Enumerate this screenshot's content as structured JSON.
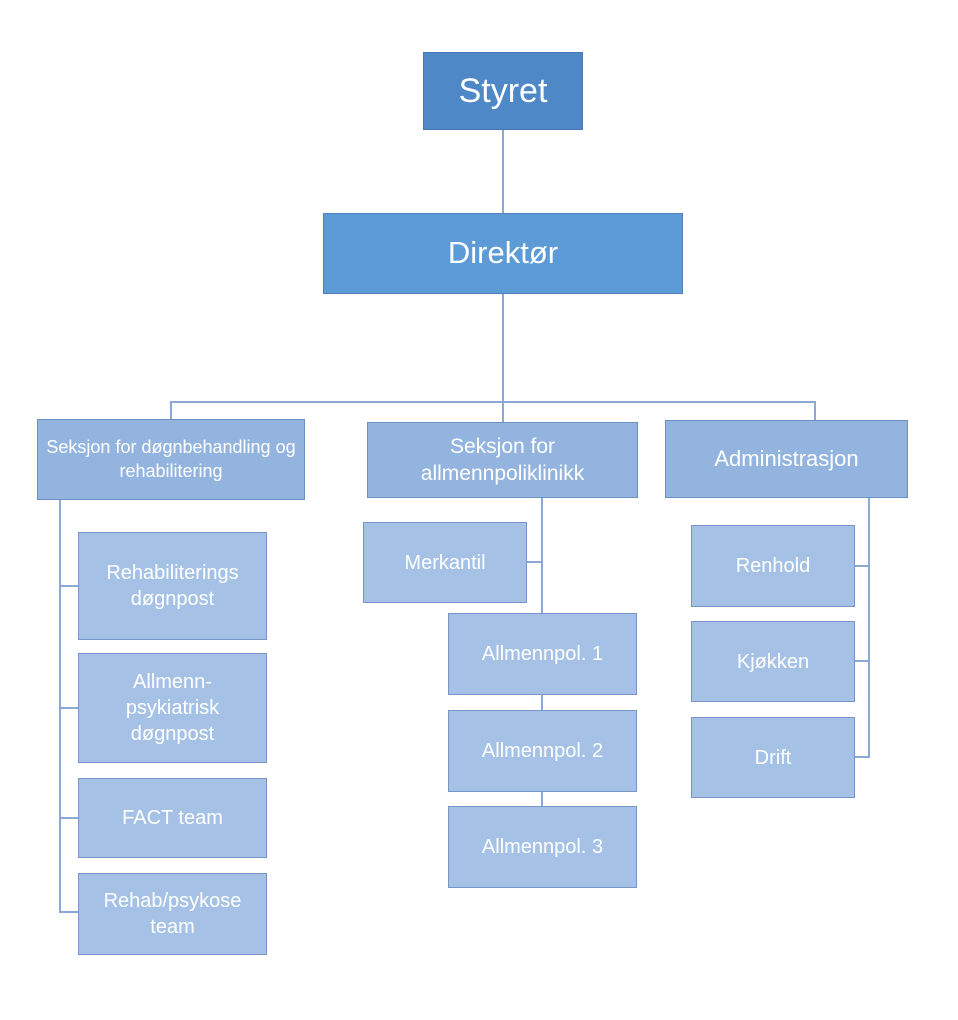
{
  "colors": {
    "rootFill": "#4e88c6",
    "directorFill": "#5d9bd7",
    "sectionFill": "#93b4df",
    "childFill": "#a5c2e6",
    "line": "#8ba8d6",
    "text": "#ffffff"
  },
  "org": {
    "root": {
      "label": "Styret"
    },
    "director": {
      "label": "Direktør"
    },
    "sections": [
      {
        "label": "Seksjon for døgnbehandling og rehabilitering",
        "children": [
          {
            "label": "Rehabiliterings døgnpost"
          },
          {
            "label": "Allmenn-psykiatrisk døgnpost"
          },
          {
            "label": "FACT team"
          },
          {
            "label": "Rehab/psykose team"
          }
        ]
      },
      {
        "label": "Seksjon for allmennpoliklinikk",
        "children": [
          {
            "label": "Merkantil"
          },
          {
            "label": "Allmennpol. 1"
          },
          {
            "label": "Allmennpol. 2"
          },
          {
            "label": "Allmennpol. 3"
          }
        ]
      },
      {
        "label": "Administrasjon",
        "children": [
          {
            "label": "Renhold"
          },
          {
            "label": "Kjøkken"
          },
          {
            "label": "Drift"
          }
        ]
      }
    ]
  }
}
